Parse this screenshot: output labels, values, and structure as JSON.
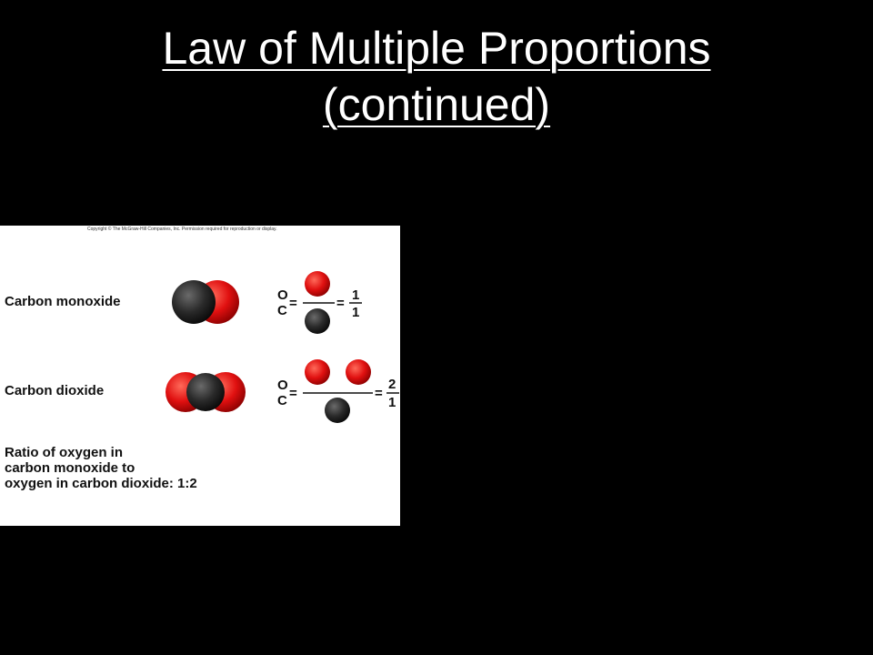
{
  "slide": {
    "title_line1": "Law of Multiple Proportions",
    "title_line2": "(continued)"
  },
  "figure": {
    "copyright": "Copyright © The McGraw-Hill Companies, Inc. Permission required for reproduction or display.",
    "colors": {
      "oxygen": "#e01010",
      "carbon": "#2a2a2a"
    },
    "compounds": [
      {
        "name": "Carbon monoxide",
        "ratio_top_letter": "O",
        "ratio_bottom_letter": "C",
        "equals": "=",
        "result_numerator": "1",
        "result_denominator": "1"
      },
      {
        "name": "Carbon dioxide",
        "ratio_top_letter": "O",
        "ratio_bottom_letter": "C",
        "equals": "=",
        "result_numerator": "2",
        "result_denominator": "1"
      }
    ],
    "ratio_statement": [
      "Ratio of oxygen in",
      "carbon monoxide to",
      "oxygen in carbon dioxide: 1:2"
    ]
  }
}
